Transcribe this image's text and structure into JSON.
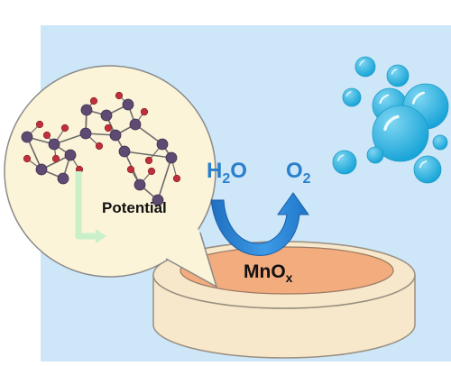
{
  "labels": {
    "water": {
      "main": "H",
      "sub": "2",
      "tail": "O"
    },
    "oxygen": {
      "main": "O",
      "sub": "2"
    },
    "catalyst": {
      "main": "MnO",
      "sub": "x"
    },
    "potential": "Potential"
  },
  "colors": {
    "background_panel": "#CDE6F8",
    "bubble_fill": "#2FB3E0",
    "bubble_outline": "#1E9BC8",
    "chem_label": "#2A7FCC",
    "arrow": "#2C86D6",
    "disk_side": "#F7E8CC",
    "disk_top": "#F2AC7E",
    "speech_bubble": "#FCF4D8",
    "atom_metal": "#5E4A73",
    "atom_oxygen": "#C0303C",
    "potential_arrow": "#C9F0C9"
  },
  "icons": {
    "bubbles": "bubbles-icon",
    "arrow": "u-arrow-icon",
    "structure": "crystal-structure-icon"
  }
}
